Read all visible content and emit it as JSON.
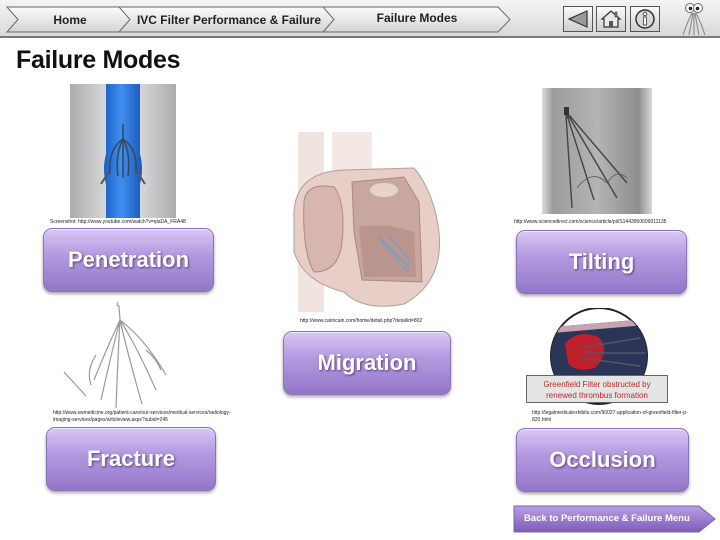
{
  "navbar": {
    "breadcrumbs": [
      {
        "label": "Home"
      },
      {
        "label": "IVC Filter Performance & Failure"
      },
      {
        "label": "Failure Modes"
      }
    ],
    "buttons": {
      "back": "back-arrow-icon",
      "home": "home-icon",
      "info": "info-icon"
    }
  },
  "page": {
    "title": "Failure Modes"
  },
  "modes": [
    {
      "label": "Penetration",
      "caption": "Screenshot: http://www.youtube.com/watch?v=qlaDA_FRA48",
      "image": "filter-in-blue-vein"
    },
    {
      "label": "Migration",
      "caption": "http://www.carincain.com/home/detail.php?detailid=802",
      "image": "heart-cross-section"
    },
    {
      "label": "Tilting",
      "caption": "http://www.sciencedirect.com/science/article/pii/S1443950609011135",
      "image": "xray-tilted-filter"
    },
    {
      "label": "Fracture",
      "caption": "http://www.swmedicine.org/patient-care/our-services/medical-services/radiology-imaging-services/pages/articleview.aspx?subid=245",
      "image": "fractured-filter"
    },
    {
      "label": "Occlusion",
      "caption": "http://legalmedicalexhibits.com/90027-application-of-greenfield-filter-p-820.html",
      "image": "occluded-filter"
    }
  ],
  "occlusion_note": "Greenfield Filter obstructed by renewed thrombus formation",
  "back_menu_label": "Back to Performance & Failure Menu",
  "colors": {
    "button_top": "#d9c8f5",
    "button_bottom": "#9277c9",
    "note_text": "#c0282a"
  }
}
